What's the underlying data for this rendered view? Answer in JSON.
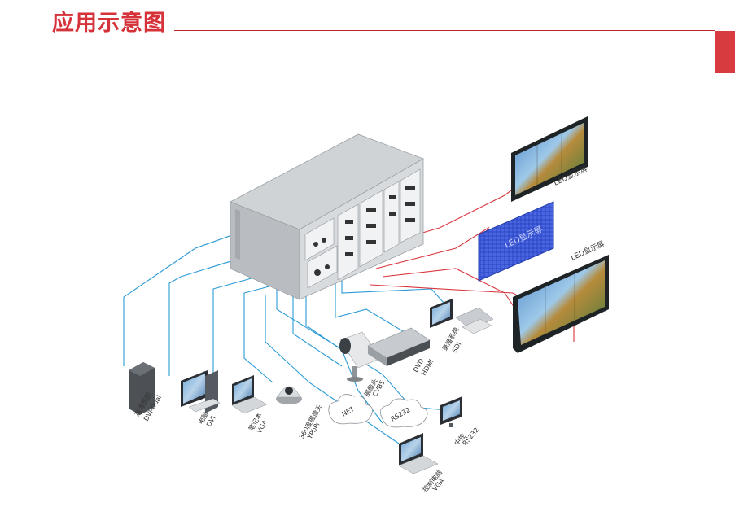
{
  "header": {
    "title": "应用示意图",
    "accent_color": "#d6323a"
  },
  "devices": [
    {
      "id": "hd-graphics",
      "name": "高清图图",
      "signal": "DVI-Dual"
    },
    {
      "id": "computer",
      "name": "电脑",
      "signal": "DVI"
    },
    {
      "id": "laptop",
      "name": "笔记本",
      "signal": "VGA"
    },
    {
      "id": "dome-camera",
      "name": "360度摄像头",
      "signal": "YPbPr"
    },
    {
      "id": "camera",
      "name": "摄像头",
      "signal": "CVBS"
    },
    {
      "id": "dvd",
      "name": "DVD",
      "signal": "HDMI"
    },
    {
      "id": "recording",
      "name": "录播系统",
      "signal": "SDI"
    },
    {
      "id": "control-pc",
      "name": "控制电脑",
      "signal": "VGA"
    },
    {
      "id": "central-control",
      "name": "中控",
      "signal": "RS232"
    }
  ],
  "clouds": {
    "net": "NET",
    "rs232": "RS232"
  },
  "displays": [
    "LED显示屏",
    "LED显示屏",
    "LED显示屏"
  ],
  "colors": {
    "input_line": "#2b9bd6",
    "output_line": "#d9363e"
  }
}
